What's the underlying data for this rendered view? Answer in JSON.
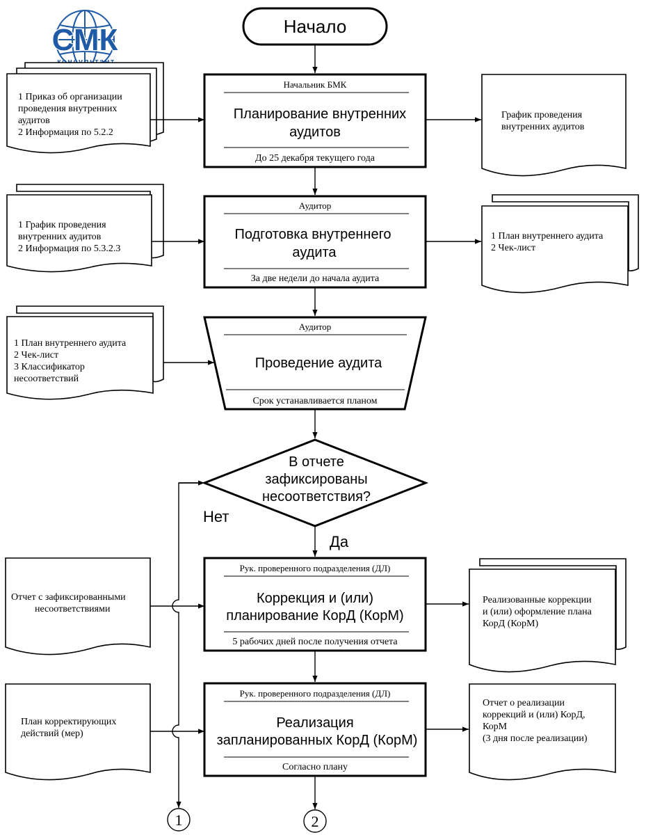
{
  "logo": {
    "name": "СМК",
    "subtitle": "консультант",
    "color": "#1f5aa6"
  },
  "start": {
    "label": "Начало"
  },
  "steps": [
    {
      "role": "Начальник БМК",
      "title": [
        "Планирование внутренних",
        "аудитов"
      ],
      "deadline": "До 25 декабря текущего года"
    },
    {
      "role": "Аудитор",
      "title": [
        "Подготовка внутреннего",
        "аудита"
      ],
      "deadline": "За две недели до начала аудита"
    },
    {
      "role": "Аудитор",
      "title": [
        "Проведение аудита"
      ],
      "deadline": "Срок устанавливается планом"
    },
    {
      "role": "Рук. проверенного подразделения (ДЛ)",
      "title": [
        "Коррекция и (или)",
        "планирование КорД (КорМ)"
      ],
      "deadline": "5 рабочих дней после получения отчета"
    },
    {
      "role": "Рук. проверенного подразделения (ДЛ)",
      "title": [
        "Реализация",
        "запланированных КорД (КорМ)"
      ],
      "deadline": "Согласно плану"
    }
  ],
  "decision": {
    "lines": [
      "В отчете",
      "зафиксированы",
      "несоответствия?"
    ],
    "no": "Нет",
    "yes": "Да"
  },
  "inputs": [
    [
      "1 Приказ об организации",
      "проведения внутренних",
      "аудитов",
      "2 Информация по 5.2.2"
    ],
    [
      "1 График проведения",
      "внутренних аудитов",
      "2 Информация по 5.3.2.3"
    ],
    [
      "1 План внутреннего аудита",
      "2 Чек-лист",
      "3 Классификатор",
      "несоответствий"
    ],
    [
      "Отчет с зафиксированными",
      "несоответствиями"
    ],
    [
      "План корректирующих",
      "действий (мер)"
    ]
  ],
  "outputs": [
    [
      "График проведения",
      "внутренних аудитов"
    ],
    [
      "1 План внутреннего аудита",
      "2 Чек-лист"
    ],
    [
      "Реализованные коррекции",
      "и (или) оформление плана",
      "КорД (КорМ)"
    ],
    [
      "Отчет о реализации",
      "коррекций и (или) КорД,",
      "КорМ",
      "(3 дня после реализации)"
    ]
  ],
  "connectors": [
    "1",
    "2"
  ]
}
